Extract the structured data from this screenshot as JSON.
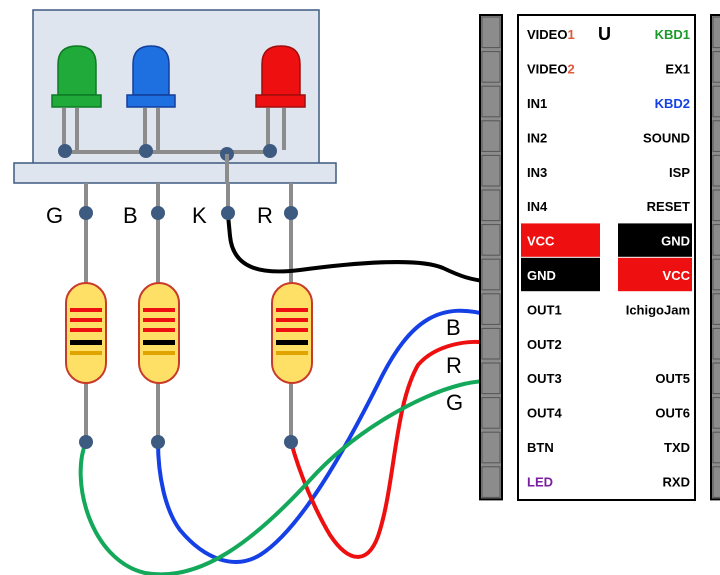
{
  "colors": {
    "green": "#1faa3a",
    "blue": "#1540e6",
    "red": "#ee1010",
    "black": "#000000",
    "board_fill": "#dfe5ee",
    "board_stroke": "#3d5a80",
    "strip": "#8c8c8c",
    "resistor_body": "#ffe066",
    "wire_green": "#13a85a"
  },
  "led_legs": [
    {
      "letter": "G"
    },
    {
      "letter": "B"
    },
    {
      "letter": "K"
    },
    {
      "letter": "R"
    }
  ],
  "wire_labels": [
    {
      "letter": "B"
    },
    {
      "letter": "R"
    },
    {
      "letter": "G"
    }
  ],
  "header": {
    "title": "U"
  },
  "pins_left": [
    {
      "main": "VIDEO",
      "sub": "1",
      "main_color": "#000000",
      "sub_color": "#e05a3a",
      "bg": "#ffffff"
    },
    {
      "main": "VIDEO",
      "sub": "2",
      "main_color": "#000000",
      "sub_color": "#e05a3a",
      "bg": "#ffffff"
    },
    {
      "main": "IN1",
      "sub": "",
      "main_color": "#000000",
      "sub_color": "#000000",
      "bg": "#ffffff"
    },
    {
      "main": "IN2",
      "sub": "",
      "main_color": "#000000",
      "sub_color": "#000000",
      "bg": "#ffffff"
    },
    {
      "main": "IN3",
      "sub": "",
      "main_color": "#000000",
      "sub_color": "#000000",
      "bg": "#ffffff"
    },
    {
      "main": "IN4",
      "sub": "",
      "main_color": "#000000",
      "sub_color": "#000000",
      "bg": "#ffffff"
    },
    {
      "main": "VCC",
      "sub": "",
      "main_color": "#ffffff",
      "sub_color": "#ffffff",
      "bg": "#ee1010"
    },
    {
      "main": "GND",
      "sub": "",
      "main_color": "#ffffff",
      "sub_color": "#ffffff",
      "bg": "#000000"
    },
    {
      "main": "OUT1",
      "sub": "",
      "main_color": "#000000",
      "sub_color": "#000000",
      "bg": "#ffffff"
    },
    {
      "main": "OUT2",
      "sub": "",
      "main_color": "#000000",
      "sub_color": "#000000",
      "bg": "#ffffff"
    },
    {
      "main": "OUT3",
      "sub": "",
      "main_color": "#000000",
      "sub_color": "#000000",
      "bg": "#ffffff"
    },
    {
      "main": "OUT4",
      "sub": "",
      "main_color": "#000000",
      "sub_color": "#000000",
      "bg": "#ffffff"
    },
    {
      "main": "BTN",
      "sub": "",
      "main_color": "#000000",
      "sub_color": "#000000",
      "bg": "#ffffff"
    },
    {
      "main": "LED",
      "sub": "",
      "main_color": "#7a1fa0",
      "sub_color": "#7a1fa0",
      "bg": "#ffffff"
    }
  ],
  "pins_right": [
    {
      "text": "KBD1",
      "color": "#1a9a2a",
      "bg": "#ffffff"
    },
    {
      "text": "EX1",
      "color": "#000000",
      "bg": "#ffffff"
    },
    {
      "text": "KBD2",
      "color": "#1540e6",
      "bg": "#ffffff"
    },
    {
      "text": "SOUND",
      "color": "#000000",
      "bg": "#ffffff"
    },
    {
      "text": "ISP",
      "color": "#000000",
      "bg": "#ffffff"
    },
    {
      "text": "RESET",
      "color": "#000000",
      "bg": "#ffffff"
    },
    {
      "text": "GND",
      "color": "#ffffff",
      "bg": "#000000"
    },
    {
      "text": "VCC",
      "color": "#ffffff",
      "bg": "#ee1010"
    },
    {
      "text": "IchigoJam",
      "color": "#000000",
      "bg": "#ffffff"
    },
    {
      "text": "",
      "color": "#000000",
      "bg": "#ffffff"
    },
    {
      "text": "OUT5",
      "color": "#000000",
      "bg": "#ffffff"
    },
    {
      "text": "OUT6",
      "color": "#000000",
      "bg": "#ffffff"
    },
    {
      "text": "TXD",
      "color": "#000000",
      "bg": "#ffffff"
    },
    {
      "text": "RXD",
      "color": "#000000",
      "bg": "#ffffff"
    }
  ]
}
